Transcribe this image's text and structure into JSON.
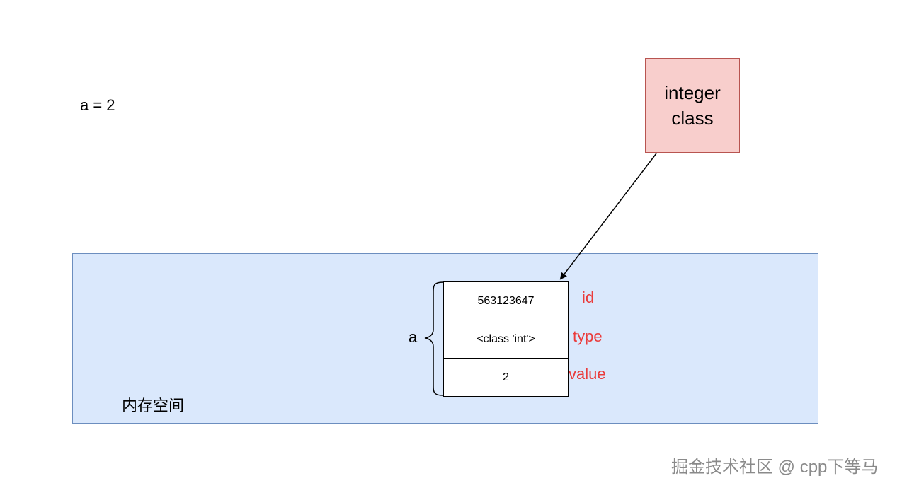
{
  "code": "a = 2",
  "memory": {
    "label": "内存空间"
  },
  "class_box": {
    "line1": "integer",
    "line2": "class"
  },
  "object": {
    "variable": "a",
    "cells": [
      {
        "value": "563123647",
        "field": "id"
      },
      {
        "value": "<class 'int'>",
        "field": "type"
      },
      {
        "value": "2",
        "field": "value"
      }
    ]
  },
  "colors": {
    "memory_fill": "#dae8fc",
    "memory_border": "#6c8ebf",
    "class_fill": "#f8cecc",
    "class_border": "#b85450",
    "field_label": "#ea3c3c"
  },
  "watermark": "掘金技术社区 @ cpp下等马"
}
